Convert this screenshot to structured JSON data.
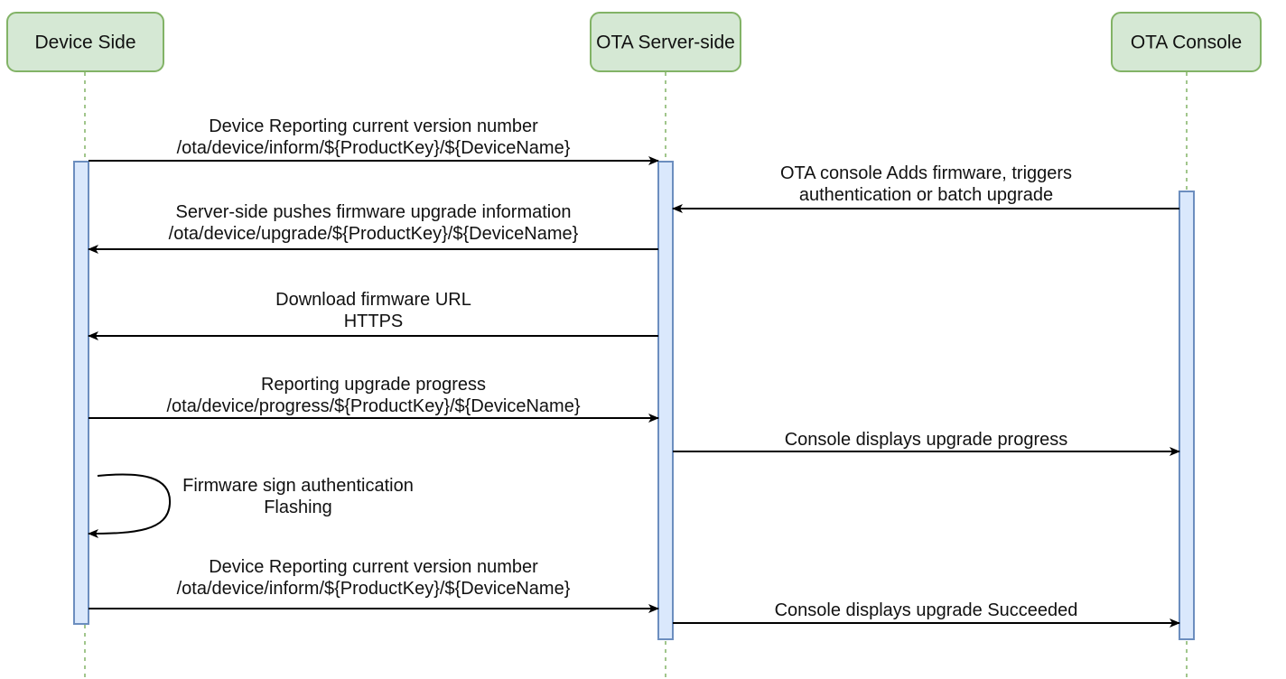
{
  "participants": [
    {
      "id": "device",
      "label": "Device Side"
    },
    {
      "id": "server",
      "label": "OTA Server-side"
    },
    {
      "id": "console",
      "label": "OTA Console"
    }
  ],
  "messages": [
    {
      "from": "device",
      "to": "server",
      "lines": [
        "Device Reporting current version number",
        "/ota/device/inform/${ProductKey}/${DeviceName}"
      ]
    },
    {
      "from": "console",
      "to": "server",
      "lines": [
        "OTA console Adds firmware, triggers",
        "authentication or batch upgrade"
      ]
    },
    {
      "from": "server",
      "to": "device",
      "lines": [
        "Server-side pushes firmware upgrade information",
        "/ota/device/upgrade/${ProductKey}/${DeviceName}"
      ]
    },
    {
      "from": "server",
      "to": "device",
      "lines": [
        "Download firmware URL",
        "HTTPS"
      ]
    },
    {
      "from": "device",
      "to": "server",
      "lines": [
        "Reporting upgrade progress",
        "/ota/device/progress/${ProductKey}/${DeviceName}"
      ]
    },
    {
      "from": "server",
      "to": "console",
      "lines": [
        "Console displays upgrade progress"
      ]
    },
    {
      "from": "device",
      "to": "device",
      "lines": [
        "Firmware sign authentication",
        "Flashing"
      ]
    },
    {
      "from": "device",
      "to": "server",
      "lines": [
        "Device Reporting current version number",
        "/ota/device/inform/${ProductKey}/${DeviceName}"
      ]
    },
    {
      "from": "server",
      "to": "console",
      "lines": [
        "Console displays upgrade Succeeded"
      ]
    }
  ],
  "colors": {
    "participant_fill": "#d5e8d4",
    "participant_stroke": "#82b366",
    "lifeline": "#82b366",
    "activation_fill": "#dae8fc",
    "activation_stroke": "#6c8ebf",
    "arrow": "#000000"
  }
}
